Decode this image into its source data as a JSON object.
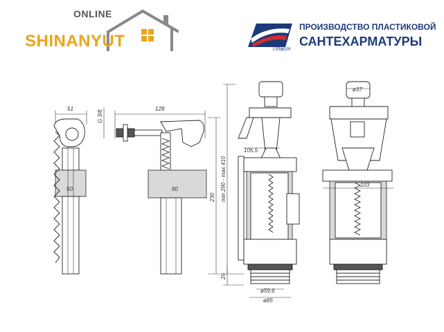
{
  "logo_left": {
    "online": "ONLINE",
    "brand": "SHINANYUT",
    "accent_color": "#e8a61c"
  },
  "logo_right": {
    "line1": "ПРОИЗВОДСТВО ПЛАСТИКОВОЙ",
    "line2": "САНТЕХАРМАТУРЫ",
    "mark_text": "Пласт",
    "brand_color": "#1c3a7a",
    "accent_color": "#d62b2b"
  },
  "dimensions": {
    "d51": "51",
    "d50": "50",
    "d128": "128",
    "g38": "G 3/8",
    "d80": "80",
    "d230": "230",
    "dmin": "min 290 - max 410",
    "d105": "105,5",
    "d29": "29",
    "d596": "ø59,6",
    "d85": "ø85",
    "d37": "ø37",
    "d103": "103"
  }
}
